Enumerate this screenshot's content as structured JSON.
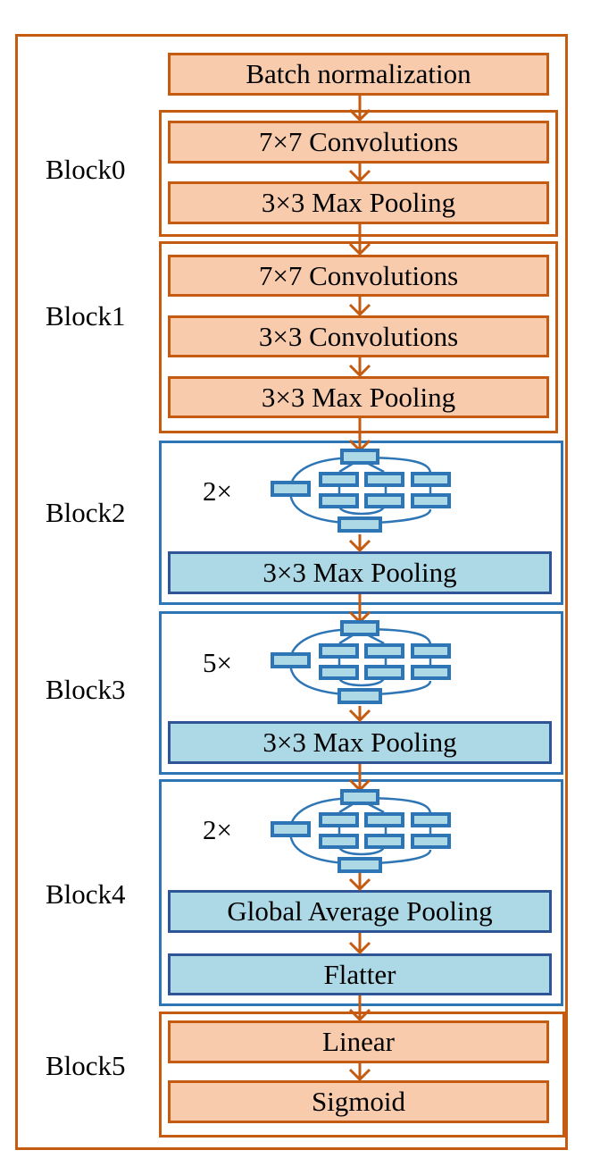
{
  "diagram": {
    "input_layer": "Batch normalization",
    "blocks": [
      {
        "name": "Block0",
        "layers": [
          "7×7 Convolutions",
          "3×3 Max Pooling"
        ]
      },
      {
        "name": "Block1",
        "layers": [
          "7×7 Convolutions",
          "3×3 Convolutions",
          "3×3 Max Pooling"
        ]
      },
      {
        "name": "Block2",
        "repeat": "2×",
        "module": "inception-module",
        "layers": [
          "3×3 Max Pooling"
        ]
      },
      {
        "name": "Block3",
        "repeat": "5×",
        "module": "inception-module",
        "layers": [
          "3×3 Max Pooling"
        ]
      },
      {
        "name": "Block4",
        "repeat": "2×",
        "module": "inception-module",
        "layers": [
          "Global Average Pooling",
          "Flatter"
        ]
      },
      {
        "name": "Block5",
        "layers": [
          "Linear",
          "Sigmoid"
        ]
      }
    ],
    "colors": {
      "orange_border": "#C55A11",
      "orange_fill": "#F8CBAD",
      "blue_border": "#2E75B6",
      "blue_fill": "#ADD8E6"
    }
  }
}
